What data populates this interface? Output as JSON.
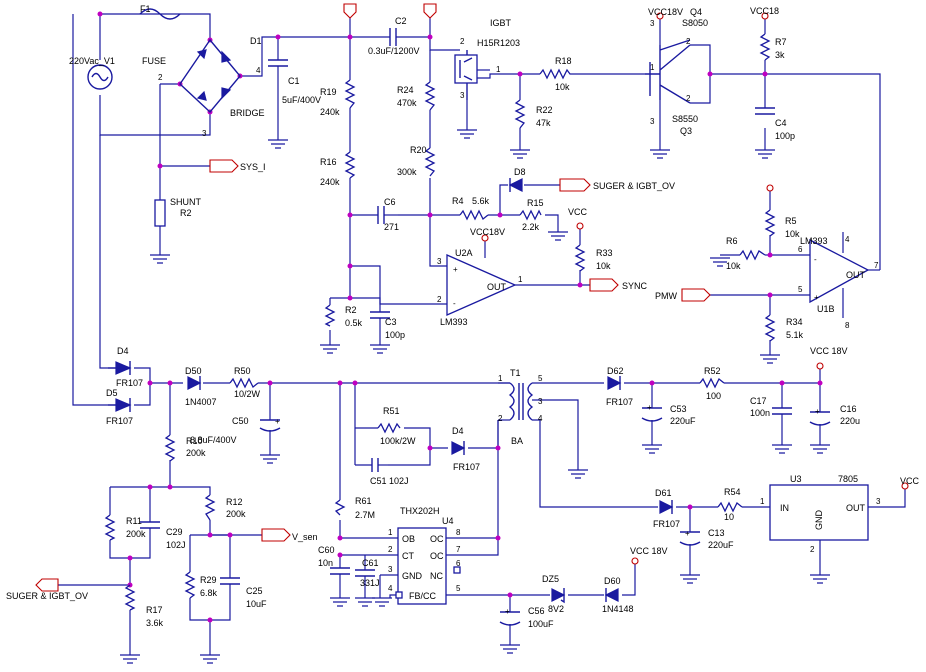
{
  "labels": {
    "f1": "F1",
    "fuse": "FUSE",
    "v1": "220Vac_V1",
    "bridge": "BRIDGE",
    "d1": "D1",
    "c1": "C1",
    "c1v": "5uF/400V",
    "r19": "R19",
    "r19v": "240k",
    "r16": "R16",
    "r16v": "240k",
    "c2": "C2",
    "c2v": "0.3uF/1200V",
    "igbt": "IGBT",
    "h15": "H15R1203",
    "r18": "R18",
    "r18v": "10k",
    "r22": "R22",
    "r22v": "47k",
    "r24": "R24",
    "r24v": "470k",
    "r20": "R20",
    "r20v": "300k",
    "vcc18q4": "VCC18V",
    "q4": "Q4",
    "s8050": "S8050",
    "s8550": "S8550",
    "q3": "Q3",
    "vcc18": "VCC18",
    "r7": "R7",
    "r7v": "3k",
    "c4": "C4",
    "c4v": "100p",
    "shunt": "SHUNT",
    "r2s": "R2",
    "sysi": "SYS_I",
    "c6": "C6",
    "c6v": "271",
    "r4": "R4",
    "r4v": "5.6k",
    "d8": "D8",
    "sugerigbt": "SUGER & IGBT_OV",
    "r15": "R15",
    "r15v": "2.2k",
    "vcc": "VCC",
    "r33": "R33",
    "r33v": "10k",
    "vcc18v": "VCC18V",
    "u2a": "U2A",
    "lm393": "LM393",
    "out": "OUT",
    "sync": "SYNC",
    "r2": "R2",
    "r2v": "0.5k",
    "c3": "C3",
    "c3v": "100p",
    "r5": "R5",
    "r5v": "10k",
    "r6": "R6",
    "r6v": "10k",
    "pmw": "PMW",
    "r34": "R34",
    "r34v": "5.1k",
    "u1b": "U1B",
    "vcc18sp": "VCC 18V",
    "d4a": "D4",
    "fr107": "FR107",
    "d5": "D5",
    "d50": "D50",
    "n4007": "1N4007",
    "r50": "R50",
    "r50v": "10/2W",
    "c50": "C50",
    "c50v": "6.8uF/400V",
    "r10": "R10",
    "r10v": "200k",
    "r51": "R51",
    "r51v": "100k/2W",
    "d4b": "D4",
    "c51": "C51 102J",
    "t1": "T1",
    "ba": "BA",
    "d62": "D62",
    "r52": "R52",
    "r52v": "100",
    "c17": "C17",
    "c17v": "100n",
    "c16": "C16",
    "c16v": "220u",
    "c53": "C53",
    "c53v": "220uF",
    "r11": "R11",
    "r11v": "200k",
    "c29": "C29",
    "c29v": "102J",
    "r12": "R12",
    "r12v": "200k",
    "vsen": "V_sen",
    "r61": "R61",
    "r61v": "2.7M",
    "thx": "THX202H",
    "u4": "U4",
    "ob": "OB",
    "oc": "OC",
    "ct": "CT",
    "gnd": "GND",
    "nc": "NC",
    "fb": "FB/CC",
    "c60": "C60",
    "c60v": "10n",
    "c61": "C61",
    "c61v": "331J",
    "d61": "D61",
    "r54": "R54",
    "r54v": "10",
    "c13": "C13",
    "c13v": "220uF",
    "u3": "U3",
    "u7805": "7805",
    "in": "IN",
    "outu": "OUT",
    "gndu": "GND",
    "vccr": "VCC",
    "dz5": "DZ5",
    "dz5v": "8V2",
    "d60": "D60",
    "n4148": "1N4148",
    "vcc18b": "VCC 18V",
    "c56": "C56",
    "c56v": "100uF",
    "r29": "R29",
    "r29v": "6.8k",
    "c25": "C25",
    "c25v": "10uF",
    "r17": "R17",
    "r17v": "3.6k",
    "sugerigbt2": "SUGER & IGBT_OV"
  },
  "pins": {
    "p1": "1",
    "p2": "2",
    "p3": "3",
    "p4": "4",
    "p5": "5",
    "p6": "6",
    "p7": "7",
    "p8": "8",
    "plus": "+",
    "minus": "-"
  },
  "colors": {
    "wire": "#1a1aa0",
    "junction": "#c000c0",
    "port": "#c00000"
  }
}
